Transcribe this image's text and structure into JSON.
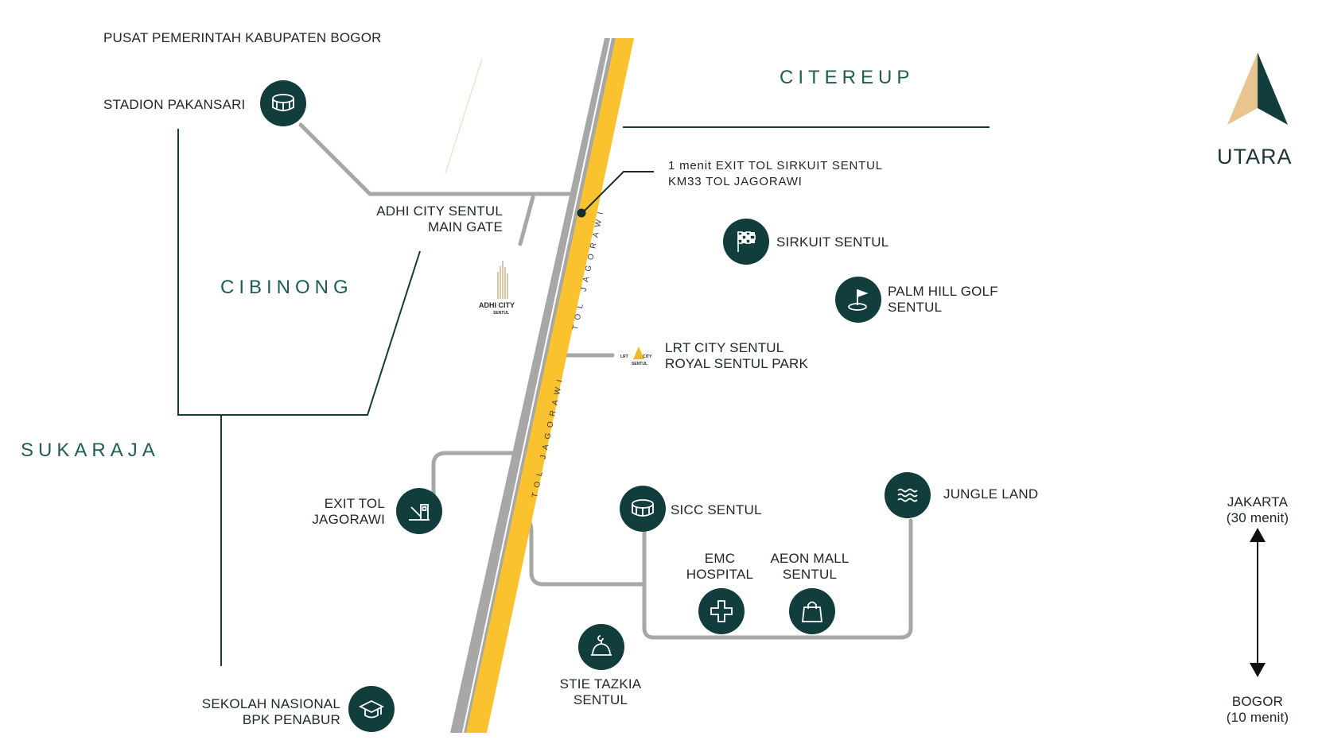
{
  "areas": {
    "citereup": "CITEREUP",
    "cibinong": "CIBINONG",
    "sukaraja": "SUKARAJA"
  },
  "labels": {
    "pusat_pemerintah": "PUSAT PEMERINTAH KABUPATEN BOGOR",
    "stadion": "STADION PAKANSARI",
    "main_gate": [
      "ADHI CITY SENTUL",
      "MAIN GATE"
    ],
    "exit_sirkuit": [
      "1 menit EXIT TOL SIRKUIT SENTUL",
      "KM33 TOL JAGORAWI"
    ],
    "sirkuit": "SIRKUIT SENTUL",
    "palm_hill": [
      "PALM HILL GOLF",
      "SENTUL"
    ],
    "lrt": [
      "LRT CITY SENTUL",
      "ROYAL SENTUL PARK"
    ],
    "exit_tol": [
      "EXIT TOL",
      "JAGORAWI"
    ],
    "sicc": "SICC SENTUL",
    "jungle_land": "JUNGLE LAND",
    "emc": [
      "EMC",
      "HOSPITAL"
    ],
    "aeon": [
      "AEON MALL",
      "SENTUL"
    ],
    "stie": [
      "STIE TAZKIA",
      "SENTUL"
    ],
    "sekolah": [
      "SEKOLAH NASIONAL",
      "BPK PENABUR"
    ],
    "tol_jagorawi": "TOL JAGORAWI"
  },
  "logos": {
    "adhi_city": "ADHI CITY",
    "adhi_city_sub": "SENTUL",
    "lrt_left": "LRT",
    "lrt_right": "CITY",
    "lrt_sub": "SENTUL"
  },
  "compass": {
    "label": "UTARA"
  },
  "distance": {
    "north": [
      "JAKARTA",
      "(30 menit)"
    ],
    "south": [
      "BOGOR",
      "(10 menit)"
    ]
  },
  "colors": {
    "dark_teal": "#123d3d",
    "area_text": "#1f5d55",
    "toll_yellow": "#f9c22e",
    "road_gray": "#a7a7a7",
    "compass_light": "#e8c58e"
  }
}
